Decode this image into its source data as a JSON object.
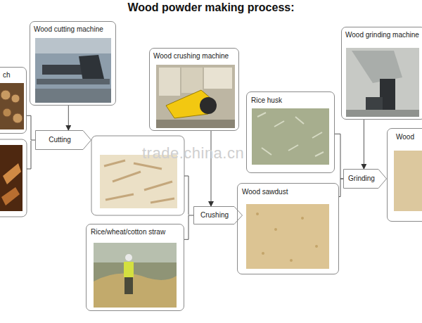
{
  "diagram": {
    "title": "Wood powder making process:",
    "nodes": [
      {
        "text": [
          "ch"
        ]
      },
      {
        "text": [
          "Wood cutting machine"
        ]
      },
      {
        "text": [
          "Cutting"
        ]
      },
      {
        "text": [
          "Wood crushing machine"
        ]
      },
      {
        "text": [
          "Rice/wheat/cotton straw"
        ]
      },
      {
        "text": [
          "Crushing"
        ]
      },
      {
        "text": [
          "Rice husk"
        ]
      },
      {
        "text": [
          "Wood sawdust"
        ]
      },
      {
        "text": [
          "Wood grinding machine"
        ]
      },
      {
        "text": [
          "Grinding"
        ]
      },
      {
        "text": [
          "Wood"
        ]
      }
    ],
    "edges": [
      {
        "from": 0,
        "to": 2,
        "arrow": "none"
      },
      {
        "from": 1,
        "to": 2,
        "arrow": "to"
      },
      {
        "from": 4,
        "to": 5,
        "arrow": "none"
      },
      {
        "from": 3,
        "to": 5,
        "arrow": "to"
      },
      {
        "from": 6,
        "to": 9,
        "arrow": "none"
      },
      {
        "from": 7,
        "to": 9,
        "arrow": "none"
      },
      {
        "from": 8,
        "to": 9,
        "arrow": "to"
      }
    ],
    "labels": [
      "trade.china.cn"
    ]
  }
}
